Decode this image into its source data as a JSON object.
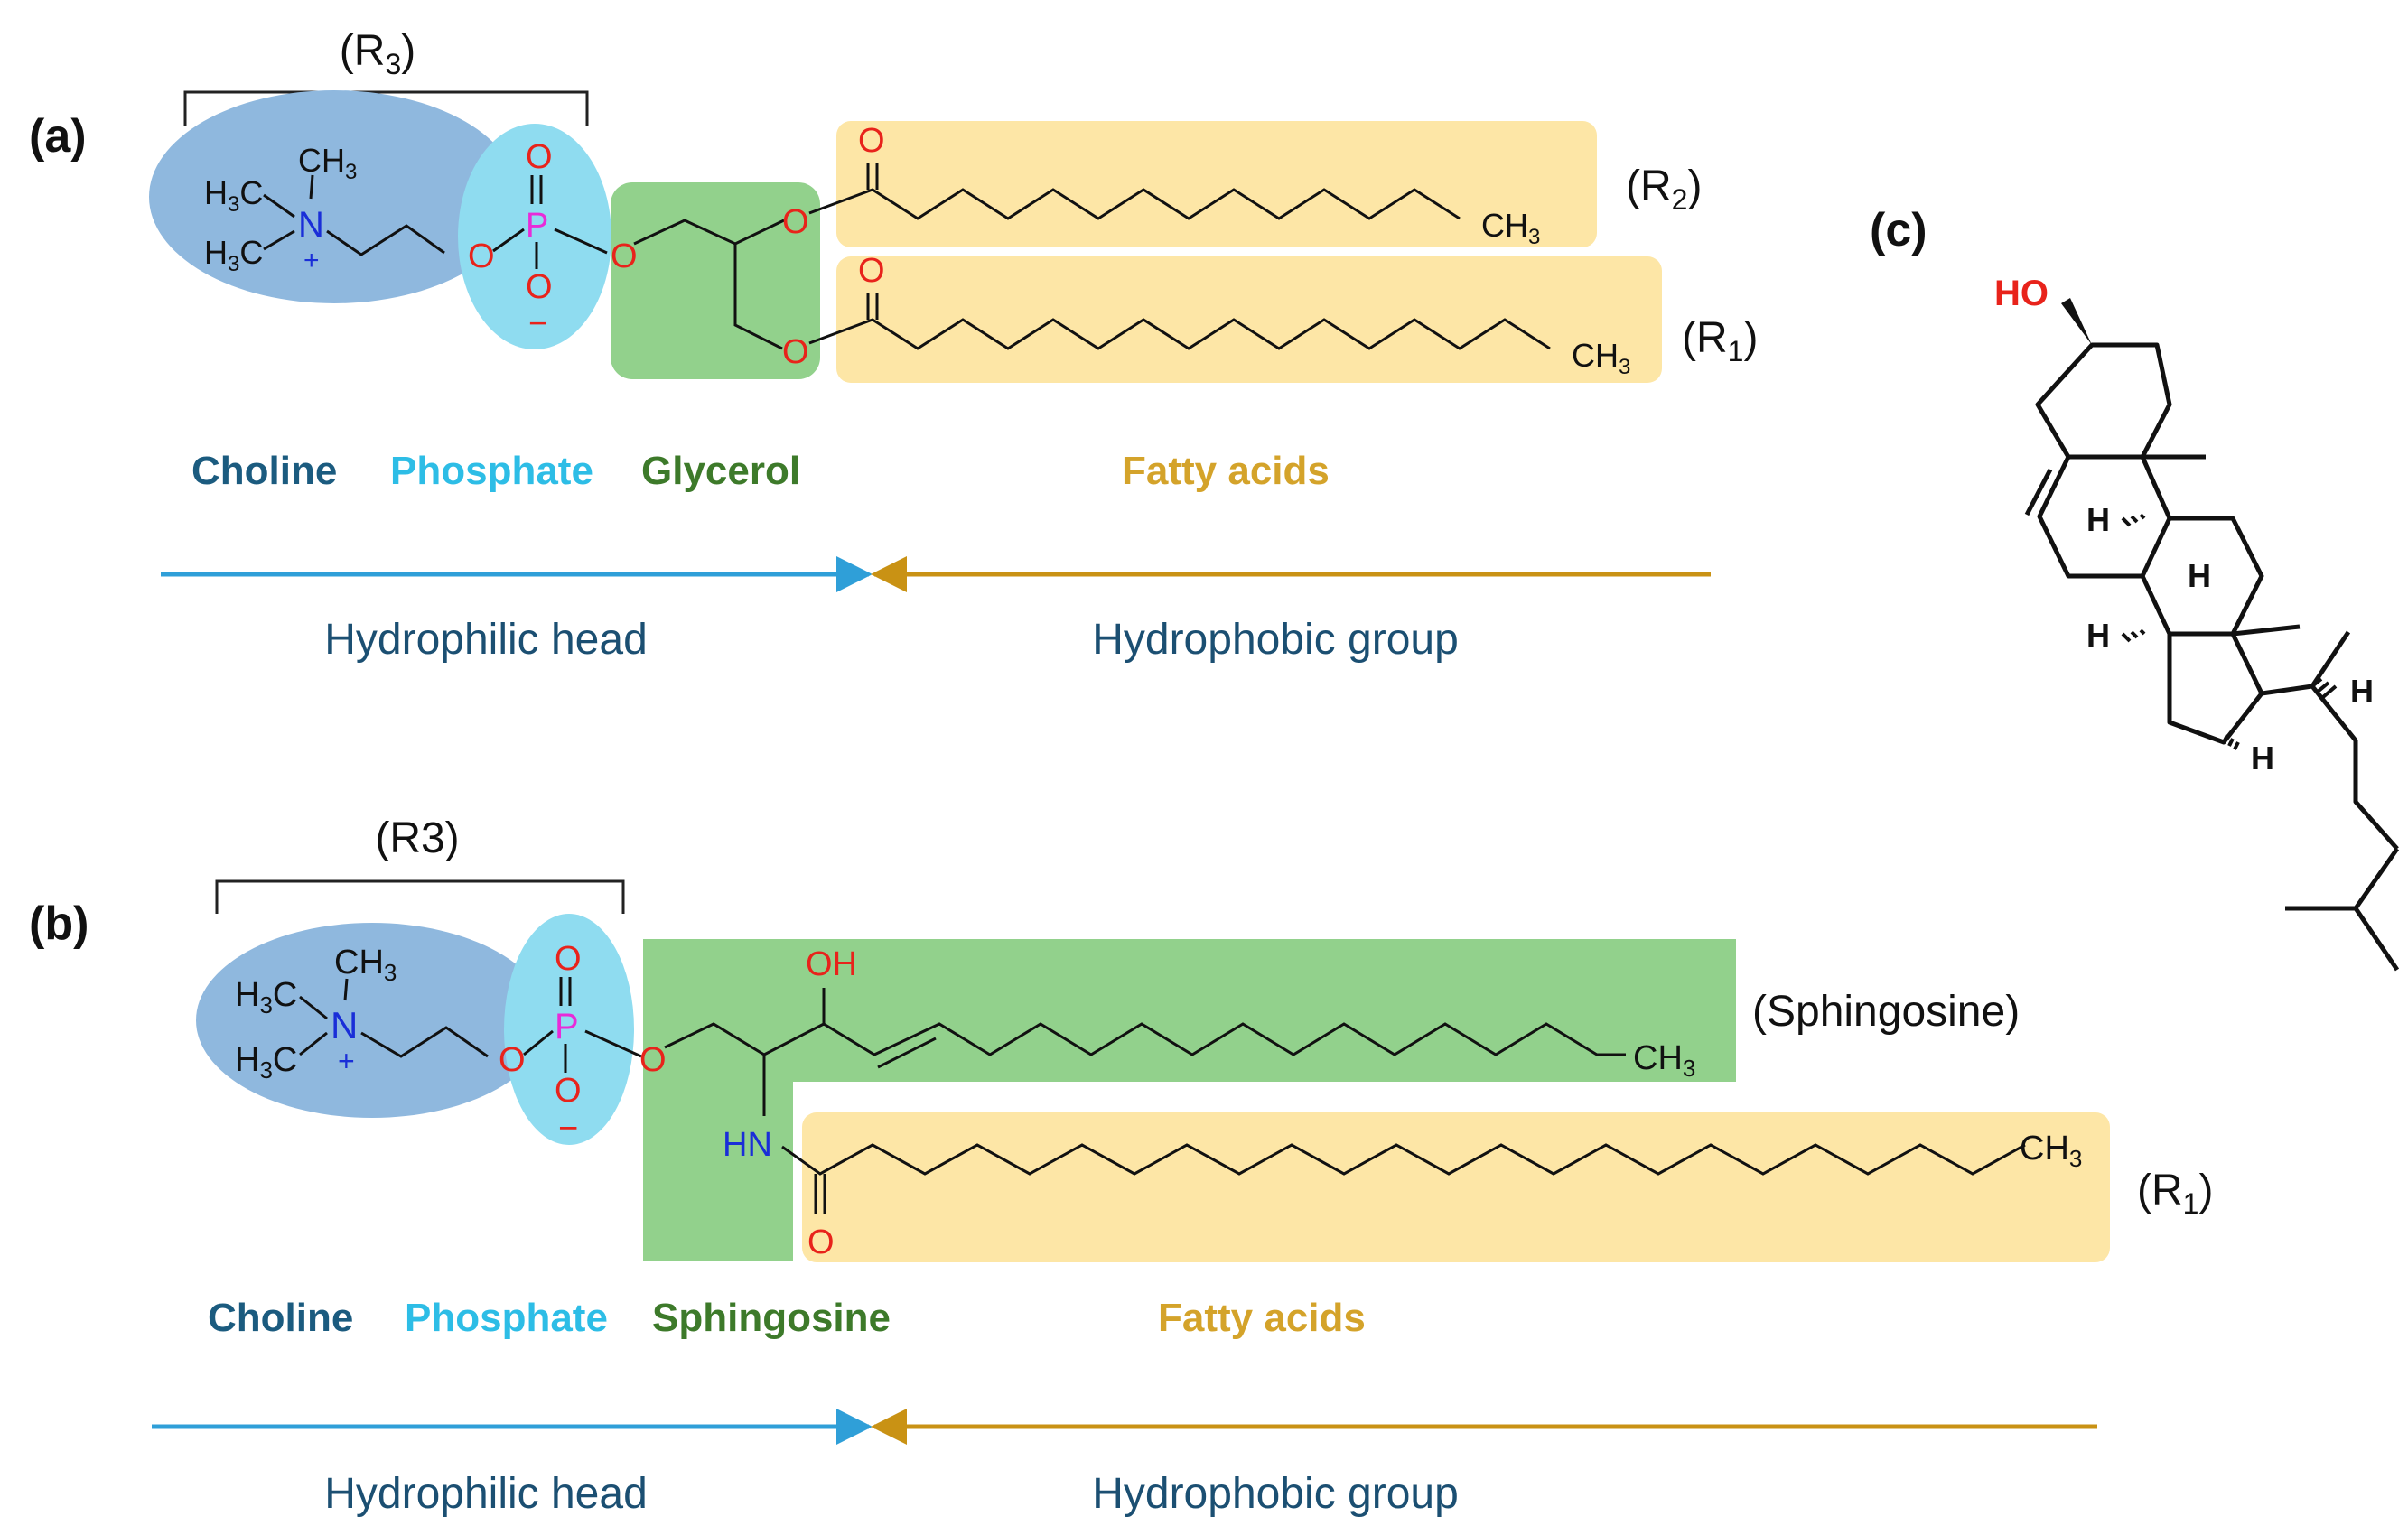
{
  "panel_a": {
    "label": "(a)",
    "r3": {
      "base": "(R",
      "sub": "3",
      "end": ")"
    },
    "r2": {
      "base": "(R",
      "sub": "2",
      "end": ")"
    },
    "r1": {
      "base": "(R",
      "sub": "1",
      "end": ")"
    },
    "atoms": {
      "h3c": "H",
      "three": "3",
      "c": "C",
      "ch": "CH",
      "n": "N",
      "plus": "+",
      "p": "P",
      "o": "O",
      "minus": "−"
    },
    "groups": {
      "choline": "Choline",
      "phosphate": "Phosphate",
      "backbone": "Glycerol",
      "fatty": "Fatty acids"
    },
    "axis": {
      "hydrophilic": "Hydrophilic head",
      "hydrophobic": "Hydrophobic group"
    }
  },
  "panel_b": {
    "label": "(b)",
    "r3": "(R3)",
    "sphingosine_tag": "(Sphingosine)",
    "r1": {
      "base": "(R",
      "sub": "1",
      "end": ")"
    },
    "atoms": {
      "oh": "OH",
      "hn": "HN",
      "o": "O"
    },
    "groups": {
      "choline": "Choline",
      "phosphate": "Phosphate",
      "backbone": "Sphingosine",
      "fatty": "Fatty acids"
    },
    "axis": {
      "hydrophilic": "Hydrophilic head",
      "hydrophobic": "Hydrophobic group"
    }
  },
  "panel_c": {
    "label": "(c)",
    "atoms": {
      "ho": "HO",
      "h": "H"
    }
  },
  "colors": {
    "choline_fill": "#8fb8de",
    "phosphate_fill": "#8fdcf0",
    "glycerol_fill": "#92d18c",
    "fatty_fill": "#fde6a6",
    "choline_text": "#1b5b7f",
    "phosphate_text": "#2dbde6",
    "glycerol_text": "#3d7a2a",
    "fatty_text": "#d4a32a",
    "oxygen": "#e8231b",
    "nitrogen": "#1a2ed8",
    "phosphorus": "#e82bd8",
    "hydrophilic_arrow": "#2f9fd8",
    "hydrophobic_arrow": "#c99214",
    "axis_text": "#1b4f72"
  }
}
